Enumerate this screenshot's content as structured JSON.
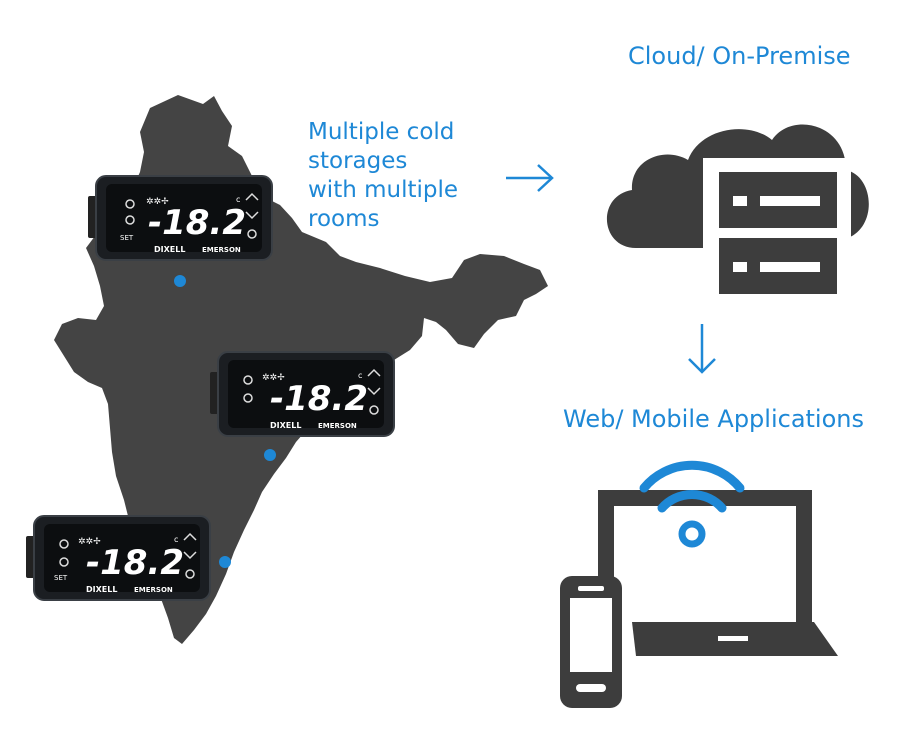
{
  "labels": {
    "storage": "Multiple cold\nstorages\nwith multiple\nrooms",
    "cloud": "Cloud/ On-Premise",
    "apps": "Web/ Mobile Applications"
  },
  "controller": {
    "reading": "-18.2",
    "unit": "c",
    "brand": "DIXELL",
    "maker": "EMERSON",
    "set_label": "SET"
  },
  "colors": {
    "accent": "#1e88d6",
    "icon": "#3d3d3d",
    "map": "#444444",
    "controller_body": "#1b1e22"
  }
}
